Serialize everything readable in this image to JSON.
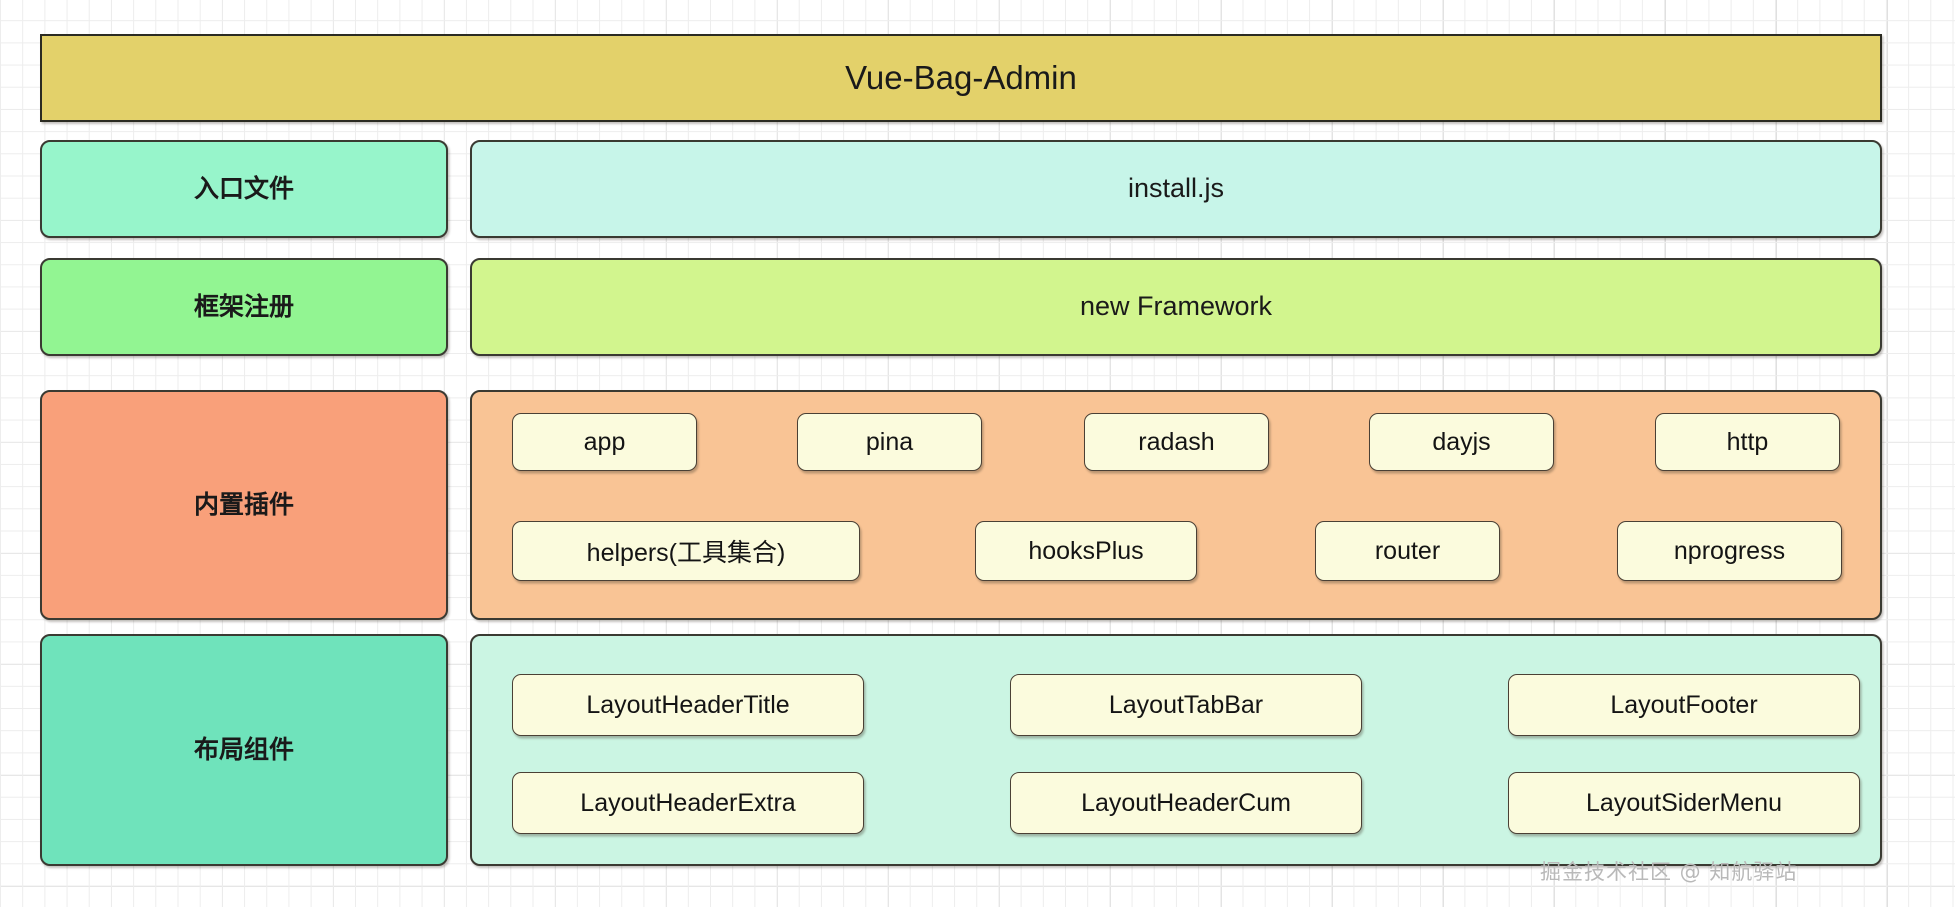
{
  "diagram": {
    "title": "Vue-Bag-Admin",
    "watermark": "掘金技术社区 @ 知航驿站",
    "colors": {
      "title_bar": "#e3d16a",
      "entry_label": "#97f5cb",
      "entry_body": "#c7f5e9",
      "framework_label": "#92f592",
      "framework_body": "#d2f58e",
      "plugins_label": "#f9a07a",
      "plugins_body": "#f9c495",
      "layout_label": "#6fe3bb",
      "layout_body": "#cbf5e3",
      "chip_fill": "#fbfbdd",
      "border": "#3a3a32",
      "grid_line": "#ededed"
    },
    "rows": [
      {
        "id": "entry",
        "label": "入口文件",
        "content_label": "install.js",
        "chips": []
      },
      {
        "id": "framework",
        "label": "框架注册",
        "content_label": "new Framework",
        "chips": []
      },
      {
        "id": "plugins",
        "label": "内置插件",
        "content_label": "",
        "chips": [
          [
            "app",
            "pina",
            "radash",
            "dayjs",
            "http"
          ],
          [
            "helpers(工具集合)",
            "hooksPlus",
            "router",
            "nprogress"
          ]
        ]
      },
      {
        "id": "layout",
        "label": "布局组件",
        "content_label": "",
        "chips": [
          [
            "LayoutHeaderTitle",
            "LayoutTabBar",
            "LayoutFooter"
          ],
          [
            "LayoutHeaderExtra",
            "LayoutHeaderCum",
            "LayoutSiderMenu"
          ]
        ]
      }
    ]
  }
}
